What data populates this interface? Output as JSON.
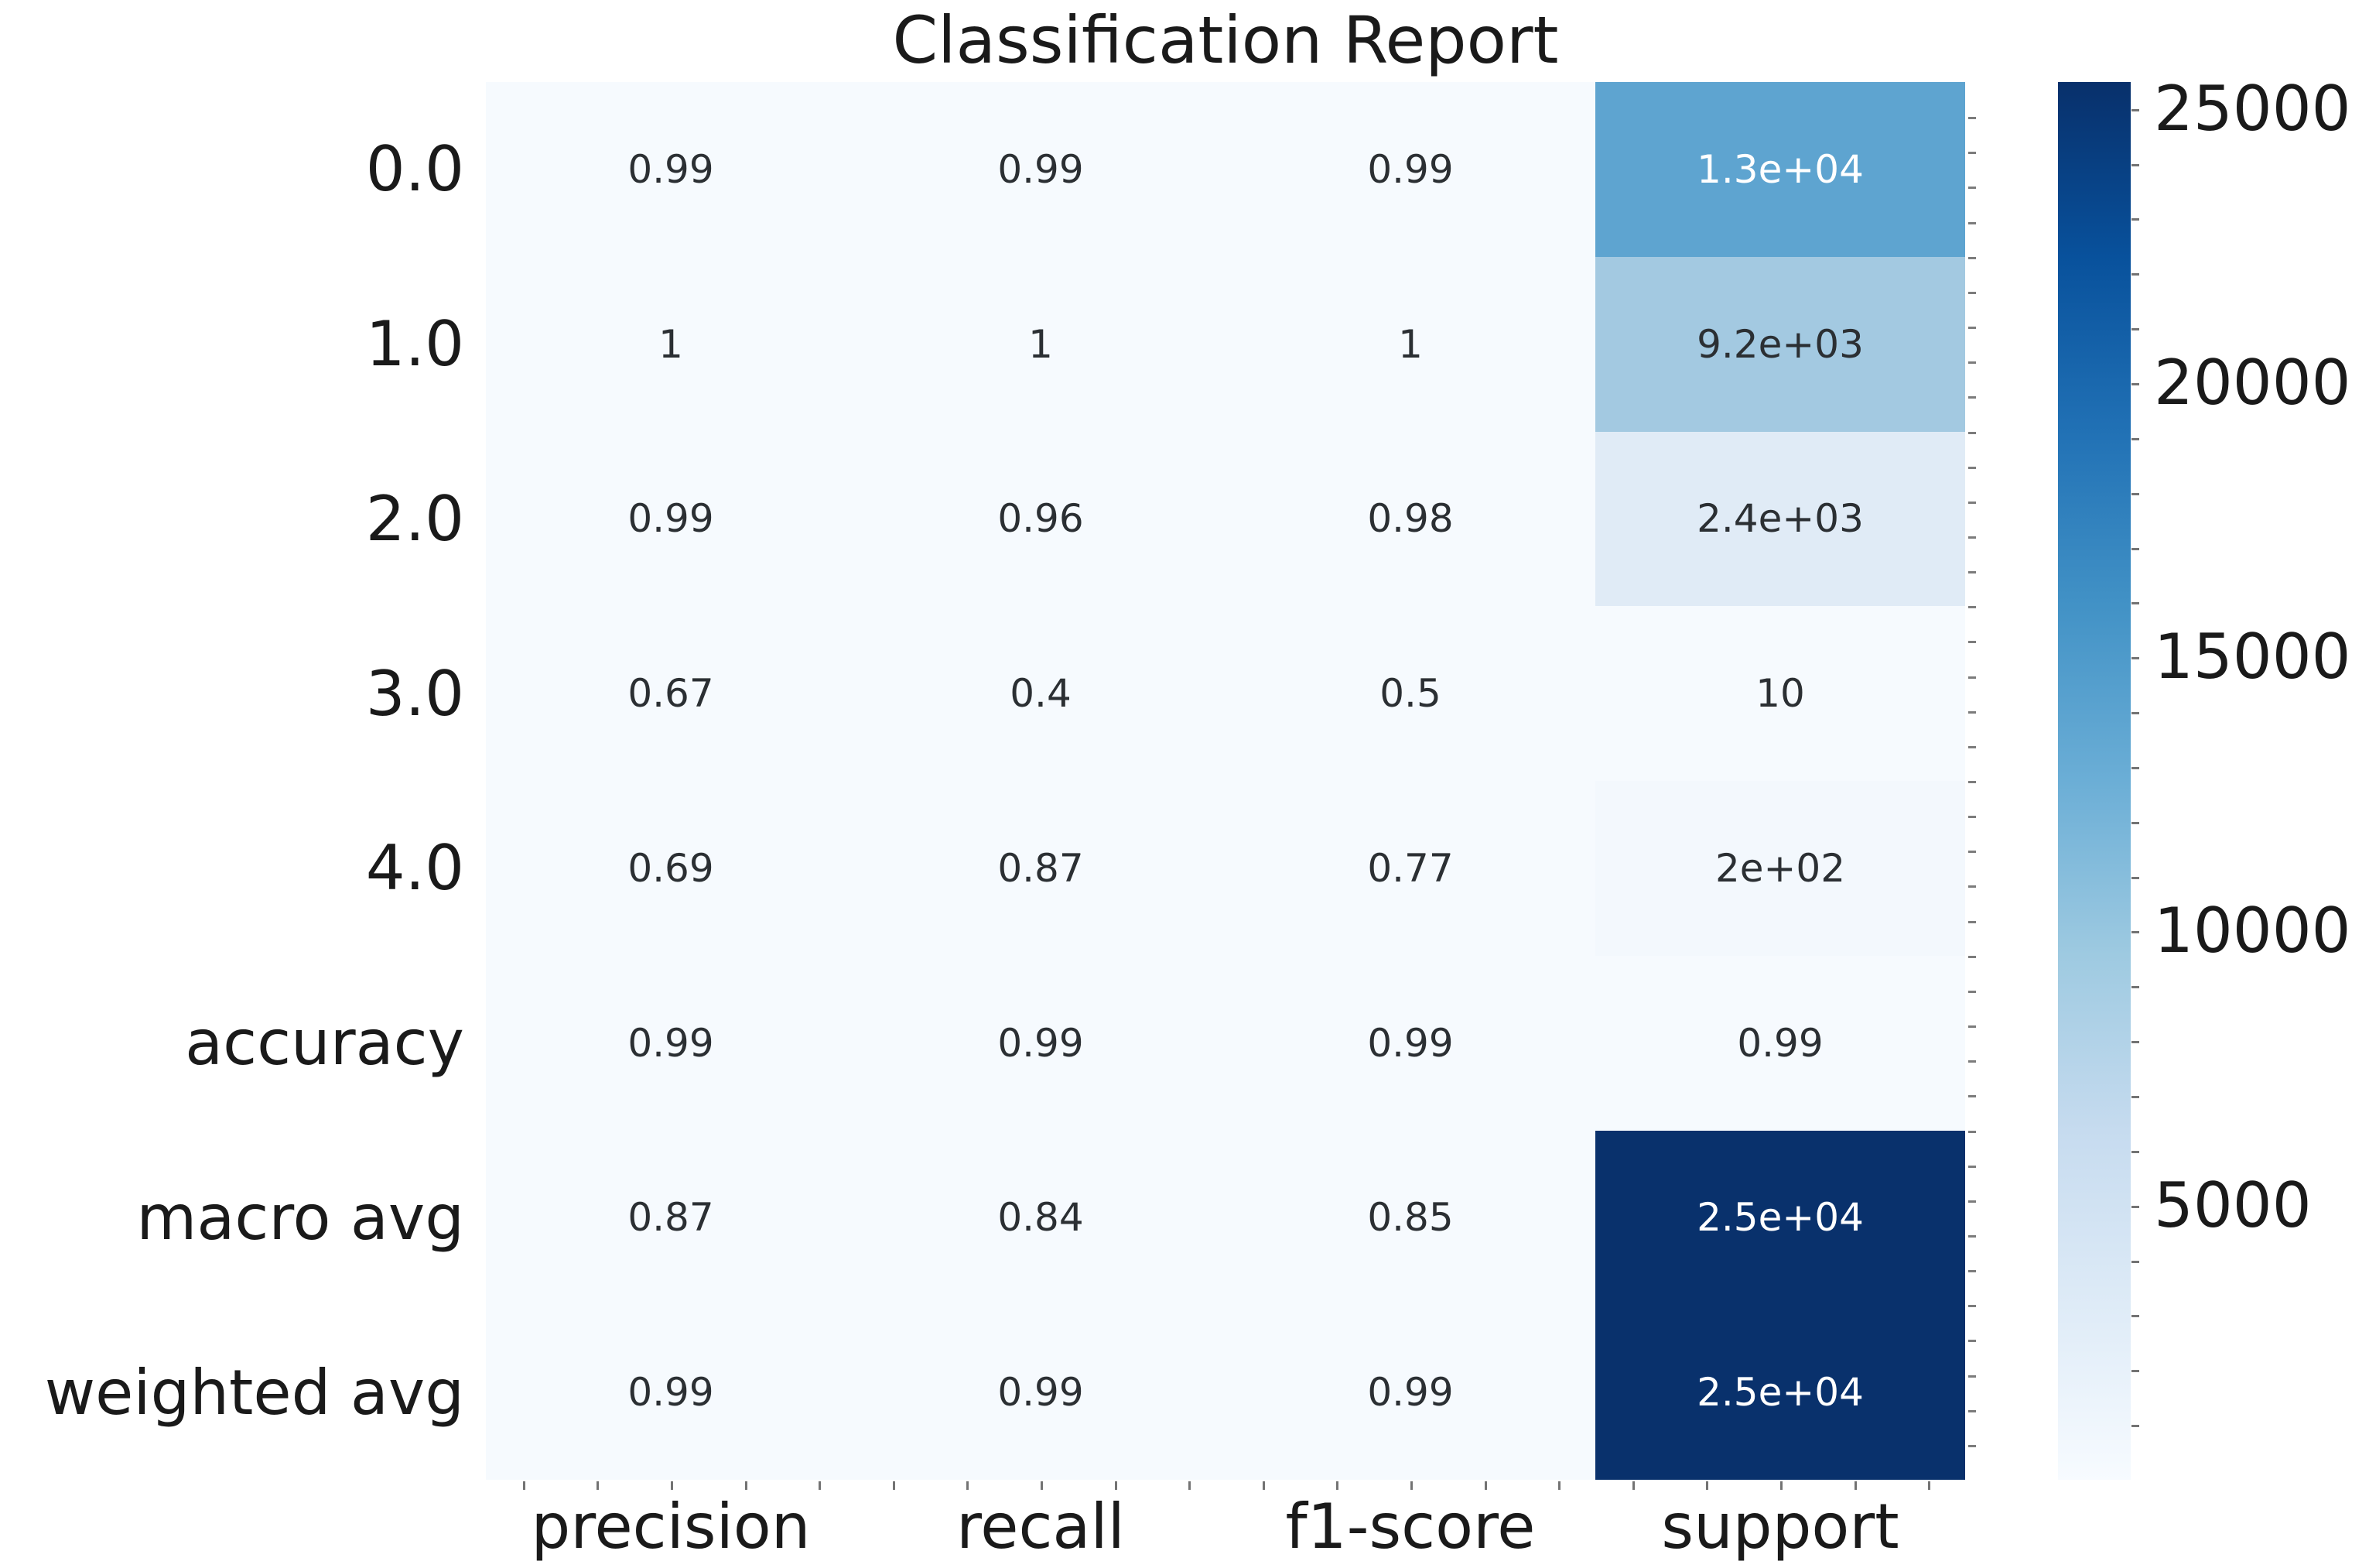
{
  "title": "Classification Report",
  "colors": {
    "background": "#ffffff",
    "cell_base": "#f6fafe",
    "dark_text": "#2b2f33",
    "light_text": "#ffffff",
    "label_text": "#1a1a1a",
    "tick_color": "#444444",
    "navy_max": "#09316c"
  },
  "heatmap": {
    "col_labels": [
      "precision",
      "recall",
      "f1-score",
      "support"
    ],
    "row_labels": [
      "0.0",
      "1.0",
      "2.0",
      "3.0",
      "4.0",
      "accuracy",
      "macro avg",
      "weighted avg"
    ],
    "rows": [
      {
        "label": "0.0",
        "cells": [
          {
            "text": "0.99",
            "bg": "#f6fafe",
            "fg": "#2b2f33"
          },
          {
            "text": "0.99",
            "bg": "#f6fafe",
            "fg": "#2b2f33"
          },
          {
            "text": "0.99",
            "bg": "#f6fafe",
            "fg": "#2b2f33"
          },
          {
            "text": "1.3e+04",
            "bg": "#5ea4d0",
            "fg": "#ffffff"
          }
        ]
      },
      {
        "label": "1.0",
        "cells": [
          {
            "text": "1",
            "bg": "#f6fafe",
            "fg": "#2b2f33"
          },
          {
            "text": "1",
            "bg": "#f6fafe",
            "fg": "#2b2f33"
          },
          {
            "text": "1",
            "bg": "#f6fafe",
            "fg": "#2b2f33"
          },
          {
            "text": "9.2e+03",
            "bg": "#a3c9e1",
            "fg": "#2b2f33"
          }
        ]
      },
      {
        "label": "2.0",
        "cells": [
          {
            "text": "0.99",
            "bg": "#f6fafe",
            "fg": "#2b2f33"
          },
          {
            "text": "0.96",
            "bg": "#f6fafe",
            "fg": "#2b2f33"
          },
          {
            "text": "0.98",
            "bg": "#f6fafe",
            "fg": "#2b2f33"
          },
          {
            "text": "2.4e+03",
            "bg": "#e0ebf6",
            "fg": "#2b2f33"
          }
        ]
      },
      {
        "label": "3.0",
        "cells": [
          {
            "text": "0.67",
            "bg": "#f6fafe",
            "fg": "#2b2f33"
          },
          {
            "text": "0.4",
            "bg": "#f6fafe",
            "fg": "#2b2f33"
          },
          {
            "text": "0.5",
            "bg": "#f6fafe",
            "fg": "#2b2f33"
          },
          {
            "text": "10",
            "bg": "#f6fafe",
            "fg": "#2b2f33"
          }
        ]
      },
      {
        "label": "4.0",
        "cells": [
          {
            "text": "0.69",
            "bg": "#f6fafe",
            "fg": "#2b2f33"
          },
          {
            "text": "0.87",
            "bg": "#f6fafe",
            "fg": "#2b2f33"
          },
          {
            "text": "0.77",
            "bg": "#f6fafe",
            "fg": "#2b2f33"
          },
          {
            "text": "2e+02",
            "bg": "#f3f8fd",
            "fg": "#2b2f33"
          }
        ]
      },
      {
        "label": "accuracy",
        "cells": [
          {
            "text": "0.99",
            "bg": "#f6fafe",
            "fg": "#2b2f33"
          },
          {
            "text": "0.99",
            "bg": "#f6fafe",
            "fg": "#2b2f33"
          },
          {
            "text": "0.99",
            "bg": "#f6fafe",
            "fg": "#2b2f33"
          },
          {
            "text": "0.99",
            "bg": "#f6fafe",
            "fg": "#2b2f33"
          }
        ]
      },
      {
        "label": "macro avg",
        "cells": [
          {
            "text": "0.87",
            "bg": "#f6fafe",
            "fg": "#2b2f33"
          },
          {
            "text": "0.84",
            "bg": "#f6fafe",
            "fg": "#2b2f33"
          },
          {
            "text": "0.85",
            "bg": "#f6fafe",
            "fg": "#2b2f33"
          },
          {
            "text": "2.5e+04",
            "bg": "#09316c",
            "fg": "#ffffff"
          }
        ]
      },
      {
        "label": "weighted avg",
        "cells": [
          {
            "text": "0.99",
            "bg": "#f6fafe",
            "fg": "#2b2f33"
          },
          {
            "text": "0.99",
            "bg": "#f6fafe",
            "fg": "#2b2f33"
          },
          {
            "text": "0.99",
            "bg": "#f6fafe",
            "fg": "#2b2f33"
          },
          {
            "text": "2.5e+04",
            "bg": "#09316c",
            "fg": "#ffffff"
          }
        ]
      }
    ]
  },
  "colorbar": {
    "colormap": "Blues",
    "gradient_bottom_to_top": [
      "#f7fbff",
      "#deebf7",
      "#c6dbef",
      "#9ecae1",
      "#6baed6",
      "#4292c6",
      "#2171b5",
      "#08519c",
      "#08306b"
    ],
    "tick_labels": [
      "25000",
      "20000",
      "15000",
      "10000",
      "5000"
    ],
    "tick_values": [
      25000,
      20000,
      15000,
      10000,
      5000
    ],
    "minor_tick_step": 1000,
    "vmin": 0,
    "vmax": 25490
  },
  "chart_data": {
    "type": "heatmap",
    "title": "Classification Report",
    "columns": [
      "precision",
      "recall",
      "f1-score",
      "support"
    ],
    "rows": [
      "0.0",
      "1.0",
      "2.0",
      "3.0",
      "4.0",
      "accuracy",
      "macro avg",
      "weighted avg"
    ],
    "cell_text": [
      [
        "0.99",
        "0.99",
        "0.99",
        "1.3e+04"
      ],
      [
        "1",
        "1",
        "1",
        "9.2e+03"
      ],
      [
        "0.99",
        "0.96",
        "0.98",
        "2.4e+03"
      ],
      [
        "0.67",
        "0.4",
        "0.5",
        "10"
      ],
      [
        "0.69",
        "0.87",
        "0.77",
        "2e+02"
      ],
      [
        "0.99",
        "0.99",
        "0.99",
        "0.99"
      ],
      [
        "0.87",
        "0.84",
        "0.85",
        "2.5e+04"
      ],
      [
        "0.99",
        "0.99",
        "0.99",
        "2.5e+04"
      ]
    ],
    "values": [
      [
        0.99,
        0.99,
        0.99,
        13000
      ],
      [
        1,
        1,
        1,
        9200
      ],
      [
        0.99,
        0.96,
        0.98,
        2400
      ],
      [
        0.67,
        0.4,
        0.5,
        10
      ],
      [
        0.69,
        0.87,
        0.77,
        200
      ],
      [
        0.99,
        0.99,
        0.99,
        0.99
      ],
      [
        0.87,
        0.84,
        0.85,
        25000
      ],
      [
        0.99,
        0.99,
        0.99,
        25000
      ]
    ],
    "colormap": "Blues",
    "colorbar_ticks": [
      5000,
      10000,
      15000,
      20000,
      25000
    ],
    "colorbar_range": [
      0,
      25490
    ],
    "legend_position": "right",
    "grid": false
  }
}
